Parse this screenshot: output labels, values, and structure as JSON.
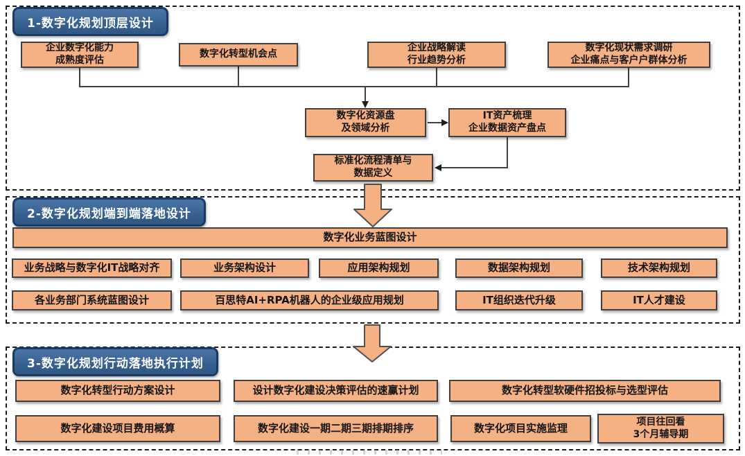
{
  "colors": {
    "badge_bg": "#35608f",
    "badge_border": "#1b3a63",
    "box_bg": "#F5B183",
    "box_border": "#3f3f3f",
    "connector": "#3f3f3f",
    "dashed_border": "#1a1a1a",
    "arrow_fill": "#F5B183"
  },
  "icons": {
    "flow_arrow_1": "down-arrow",
    "flow_arrow_2": "down-arrow"
  },
  "sections": {
    "s1": {
      "title": "1-数字化规划顶层设计"
    },
    "s2": {
      "title": "2-数字化规划端到端落地设计"
    },
    "s3": {
      "title": "3-数字化规划行动落地执行计划"
    }
  },
  "s1": {
    "top_row": [
      {
        "lines": [
          "企业数字化能力",
          "成熟度评估"
        ]
      },
      {
        "lines": [
          "数字化转型机会点"
        ]
      },
      {
        "lines": [
          "企业战略解读",
          "行业趋势分析"
        ]
      },
      {
        "lines": [
          "数字化现状需求调研",
          "企业痛点与客户户群体分析"
        ]
      }
    ],
    "mid": [
      {
        "lines": [
          "数字化资源盘",
          "及领域分析"
        ]
      },
      {
        "lines": [
          "IT资产梳理",
          "企业数据资产盘点"
        ]
      },
      {
        "lines": [
          "标准化流程清单与",
          "数据定义"
        ]
      }
    ]
  },
  "s2": {
    "blueprint": "数字化业务蓝图设计",
    "row1": [
      "业务战略与数字化IT战略对齐",
      "业务架构设计",
      "应用架构规划",
      "数据架构规划",
      "技术架构规划"
    ],
    "row2": [
      "各业务部门系统蓝图设计",
      "百思特AI+RPA机器人的企业级应用规划",
      "IT组织迭代升级",
      "IT人才建设"
    ]
  },
  "s3": {
    "row1": [
      "数字化转型行动方案设计",
      "设计数字化建设决策评估的速赢计划",
      "数字化转型软硬件招投标与选型评估"
    ],
    "row2": [
      {
        "lines": [
          "数字化建设项目费用概算"
        ]
      },
      {
        "lines": [
          "数字化建设一期二期三期排期排序"
        ]
      },
      {
        "lines": [
          "数字化项目实施监理"
        ]
      },
      {
        "lines": [
          "项目往回看",
          "3个月辅导期"
        ]
      }
    ]
  }
}
